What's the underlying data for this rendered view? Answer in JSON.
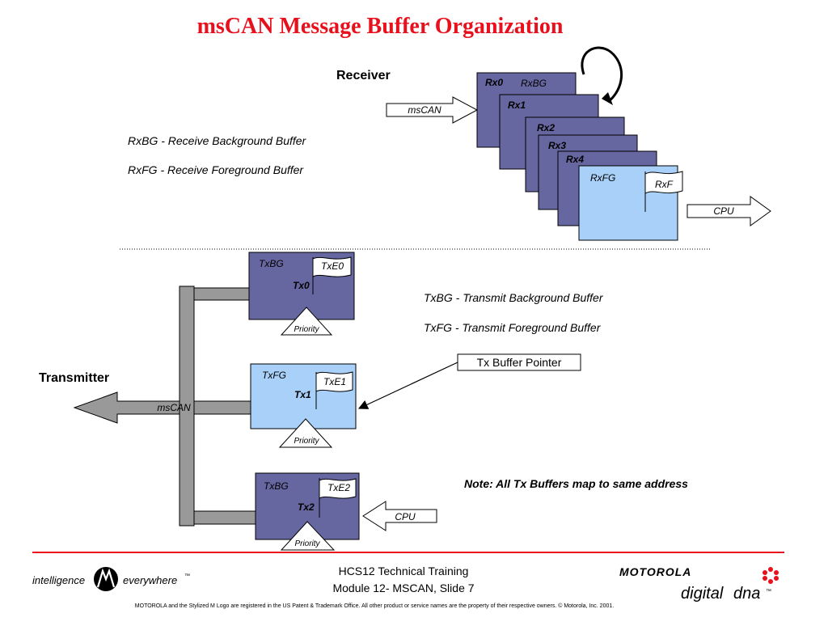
{
  "title": "msCAN Message Buffer Organization",
  "receiver": {
    "heading": "Receiver",
    "input_arrow_label": "msCAN",
    "output_arrow_label": "CPU",
    "buffers": [
      {
        "id": "Rx0",
        "sub": "RxBG"
      },
      {
        "id": "Rx1",
        "sub": ""
      },
      {
        "id": "Rx2",
        "sub": ""
      },
      {
        "id": "Rx3",
        "sub": ""
      },
      {
        "id": "Rx4",
        "sub": ""
      },
      {
        "id": "",
        "sub": "RxFG"
      }
    ],
    "flag_label": "RxF",
    "legend": [
      "RxBG - Receive Background Buffer",
      "RxFG - Receive Foreground Buffer"
    ]
  },
  "transmitter": {
    "heading": "Transmitter",
    "output_arrow_label": "msCAN",
    "input_arrow_label": "CPU",
    "buffers": [
      {
        "type": "TxBG",
        "flag": "TxE0",
        "id": "Tx0",
        "priority": "Priority"
      },
      {
        "type": "TxFG",
        "flag": "TxE1",
        "id": "Tx1",
        "priority": "Priority"
      },
      {
        "type": "TxBG",
        "flag": "TxE2",
        "id": "Tx2",
        "priority": "Priority"
      }
    ],
    "legend": [
      "TxBG - Transmit Background Buffer",
      "TxFG - Transmit Foreground Buffer"
    ],
    "pointer_label": "Tx Buffer Pointer",
    "note": "Note: All Tx Buffers map to same address"
  },
  "footer": {
    "logo_left_a": "intelligence",
    "logo_left_b": "everywhere",
    "logo_left_tm": "™",
    "course_line1": "HCS12 Technical Training",
    "course_line2": "Module 12- MSCAN, Slide 7",
    "brand": "MOTOROLA",
    "brand_sub_a": "digital",
    "brand_sub_b": "dna",
    "brand_sub_tm": "™",
    "legal": "MOTOROLA and the Stylized M Logo are registered in the US Patent & Trademark Office. All other  product or service names are the property of their respective owners.  © Motorola, Inc. 2001."
  },
  "colors": {
    "title": "#e8101c",
    "bg_buffer": "#6666a0",
    "fg_buffer": "#a8d0f8",
    "bus": "#999999",
    "rule": "#e8101c",
    "flower": "#e8101c"
  }
}
